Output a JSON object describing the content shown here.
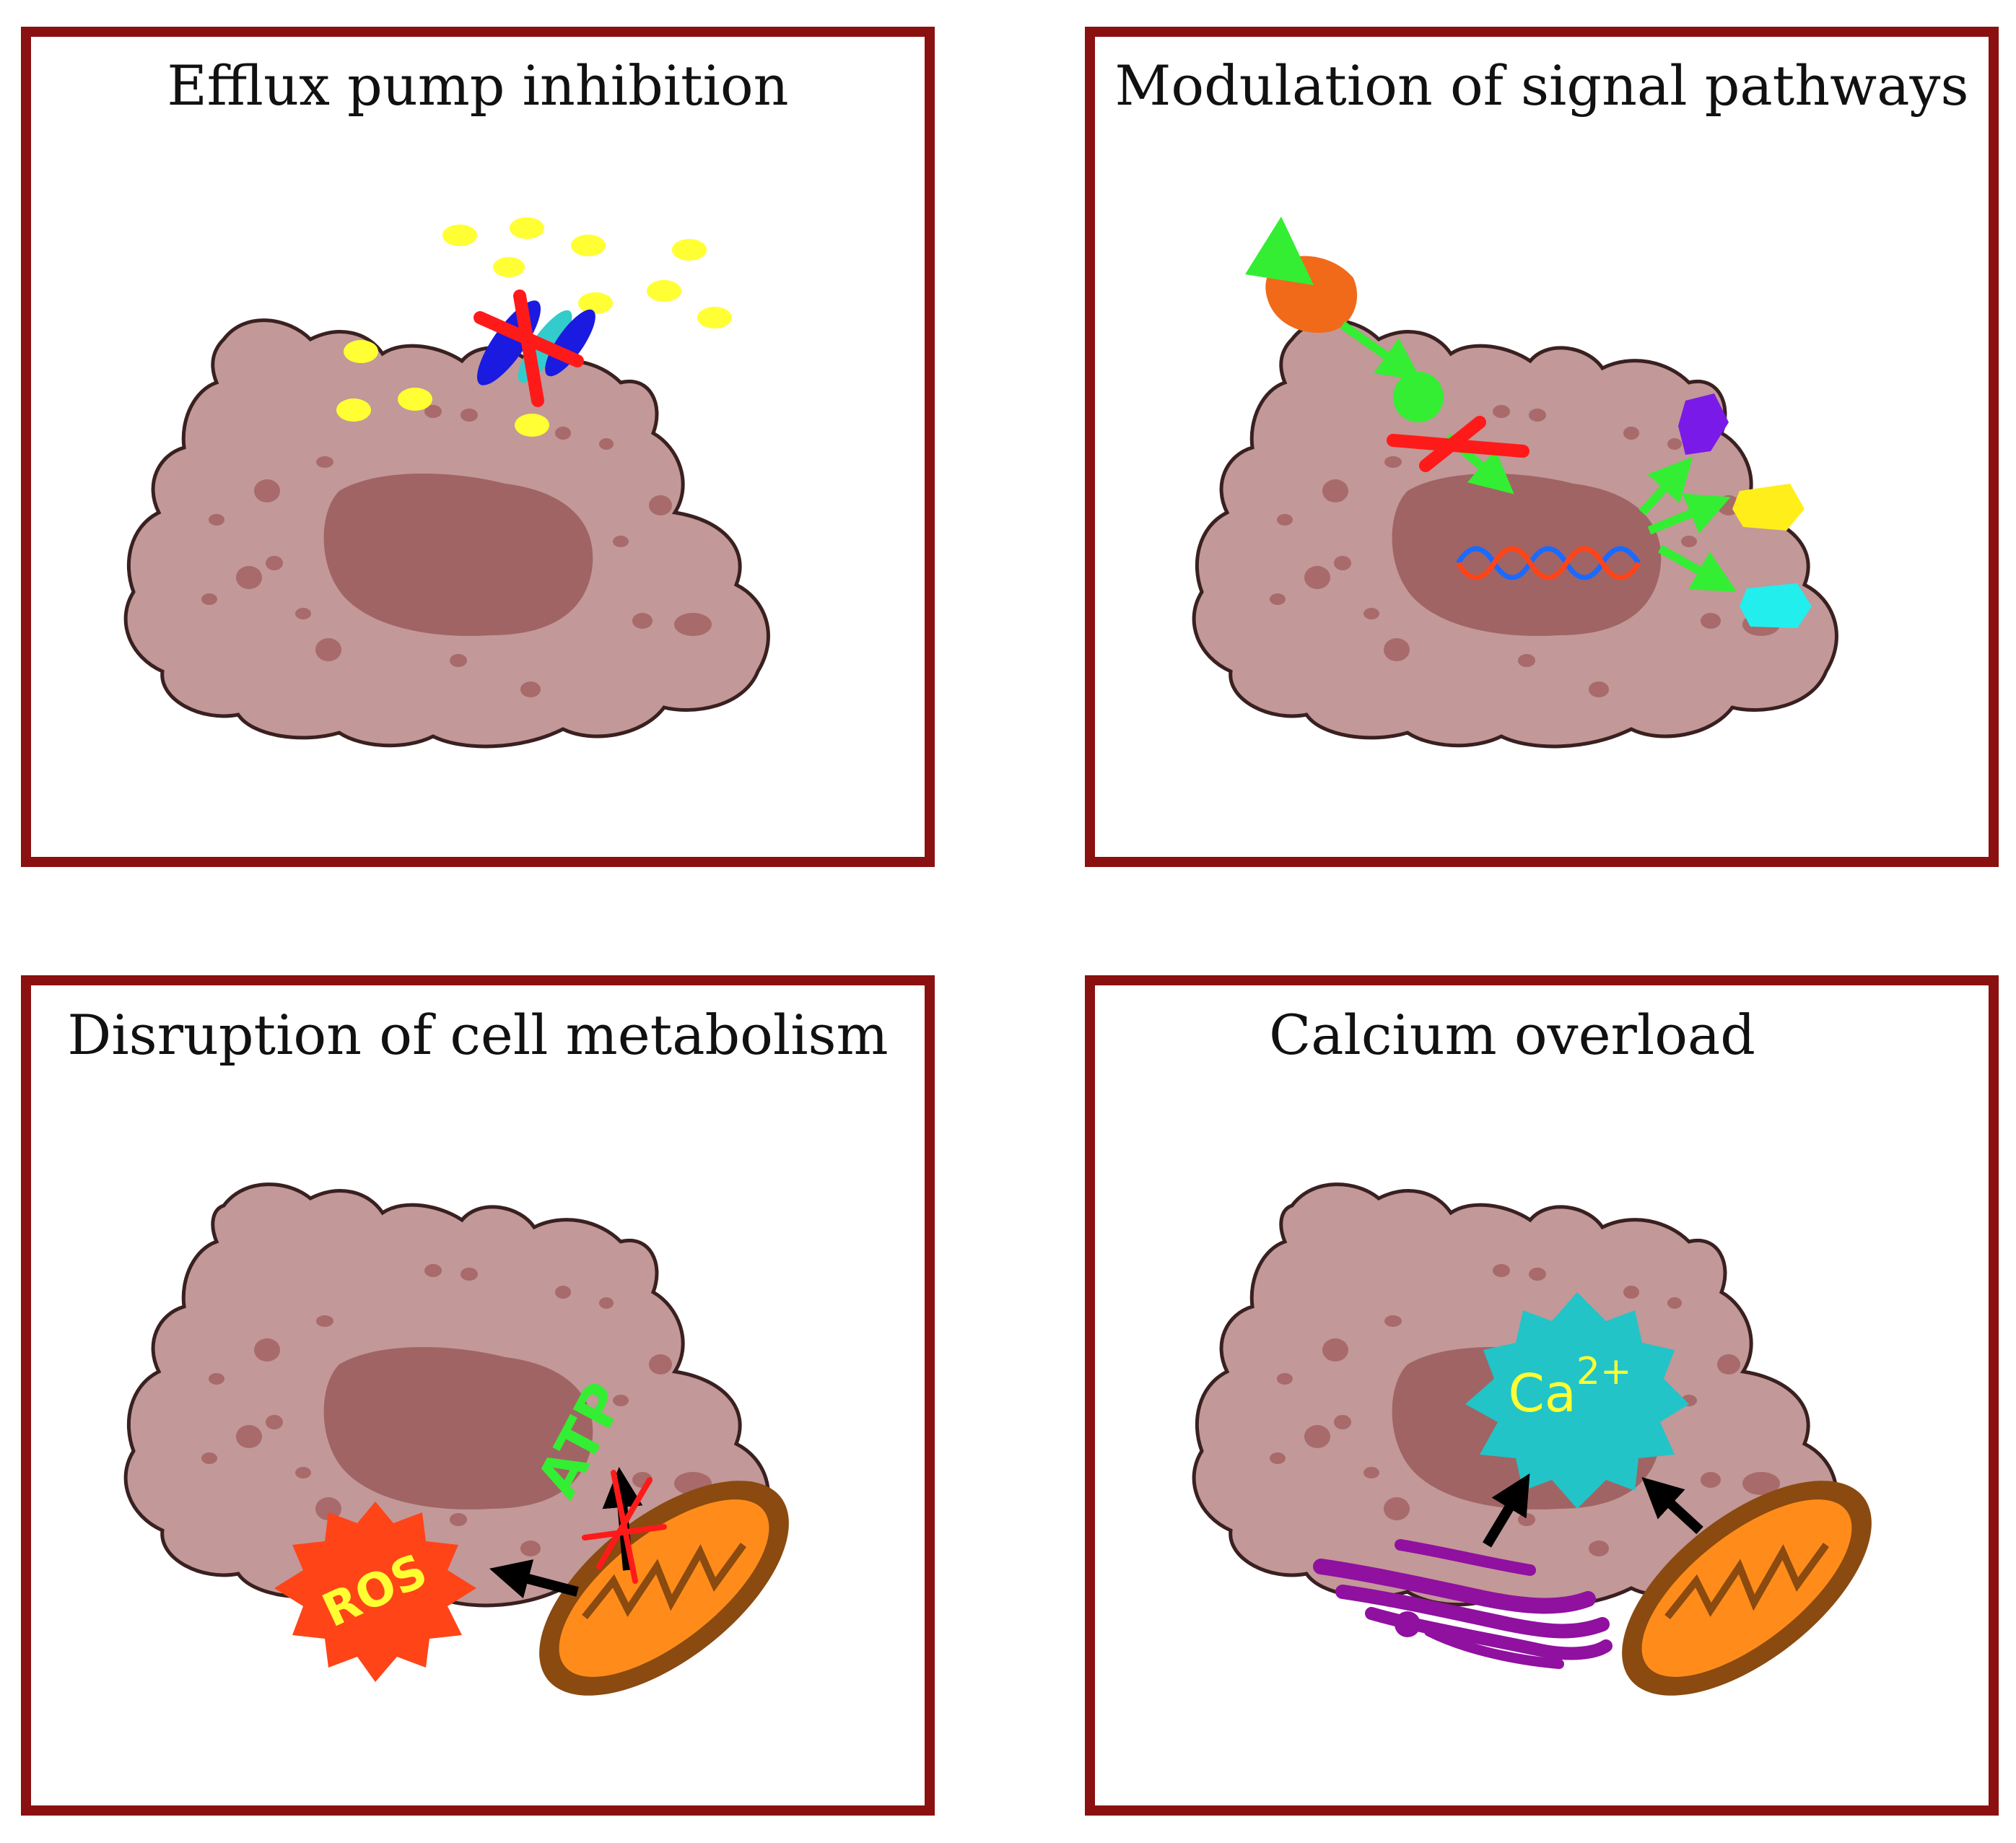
{
  "colors": {
    "frame": "#8b1010",
    "cell_fill": "#c29898",
    "cell_stroke": "#3a2020",
    "nucleus": "#a06464",
    "granule": "#a86a6a",
    "drug_yellow": "#ffff33",
    "pump_blue": "#1a1ae0",
    "pump_cyan": "#33cccc",
    "inhibit_red": "#ff1a1a",
    "signal_green": "#33ee33",
    "receptor_orange": "#f06a1a",
    "ros_red": "#ff4418",
    "ros_text": "#ffff33",
    "atp_green": "#33ee33",
    "mito_outer": "#8a4a10",
    "mito_inner": "#ff8c1a",
    "ca_fill": "#22c4c8",
    "ca_text": "#ffff33",
    "er_purple": "#9010a0",
    "arrow_black": "#000000"
  },
  "panels": [
    {
      "id": "efflux",
      "title": "Efflux pump inhibition"
    },
    {
      "id": "signal",
      "title": "Modulation of signal pathways"
    },
    {
      "id": "metabolism",
      "title": "Disruption of cell metabolism",
      "ros_label": "ROS",
      "atp_label": "ATP"
    },
    {
      "id": "calcium",
      "title": "Calcium overload",
      "ca_label": "Ca",
      "ca_charge": "2+"
    }
  ],
  "icons": {
    "blocked_marker": "red-x-icon",
    "arrow": "arrow-icon",
    "mitochondrion": "mitochondrion-icon",
    "er": "endoplasmic-reticulum-icon",
    "receptor": "receptor-icon",
    "dna": "dna-icon"
  }
}
